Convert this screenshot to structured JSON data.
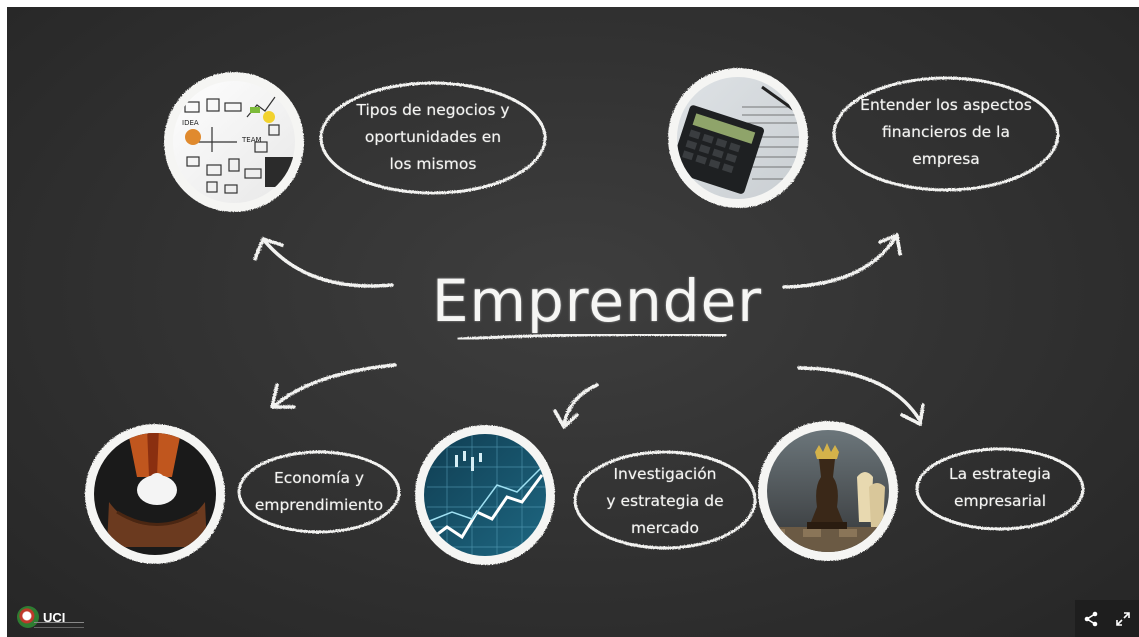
{
  "slide": {
    "title": "Emprender",
    "topics": [
      {
        "id": "tipos",
        "label": "Tipos de negocios y\noportunidades en\nlos mismos",
        "image": "business-sketch-icons"
      },
      {
        "id": "finanzas",
        "label": "Entender los aspectos\nfinancieros de la\nempresa",
        "image": "calculator-and-finance-documents"
      },
      {
        "id": "economia",
        "label": "Economía y\nemprendimiento",
        "image": "hands-holding-piggy-bank"
      },
      {
        "id": "investigacion",
        "label": "Investigación\ny estrategia de\nmercado",
        "image": "stock-market-chart"
      },
      {
        "id": "estrategia",
        "label": "La estrategia\nempresarial",
        "image": "chess-king-piece"
      }
    ]
  },
  "footer": {
    "logo_text": "UCI",
    "controls": {
      "share_icon": "share-icon",
      "fullscreen_icon": "fullscreen-icon"
    }
  },
  "colors": {
    "chalkboard": "#333333",
    "chalk": "#f4f4f2",
    "frame": "#ffffff",
    "controls_bg": "#1e1e1e"
  }
}
